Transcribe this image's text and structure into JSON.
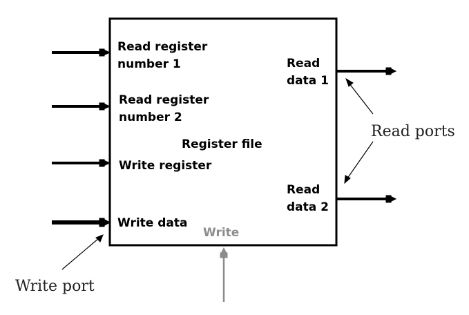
{
  "block": {
    "title": "Register file"
  },
  "inputs": {
    "read_register_1": [
      "Read register",
      "number 1"
    ],
    "read_register_2": [
      "Read register",
      "number 2"
    ],
    "write_register": "Write register",
    "write_data": "Write data"
  },
  "outputs": {
    "read_data_1": [
      "Read",
      "data 1"
    ],
    "read_data_2": [
      "Read",
      "data 2"
    ]
  },
  "control": {
    "write": "Write"
  },
  "annotations": {
    "read_ports": "Read ports",
    "write_port": "Write port"
  },
  "colors": {
    "line": "#000000",
    "control": "#8c8c8c",
    "annotation_text": "#222222"
  }
}
